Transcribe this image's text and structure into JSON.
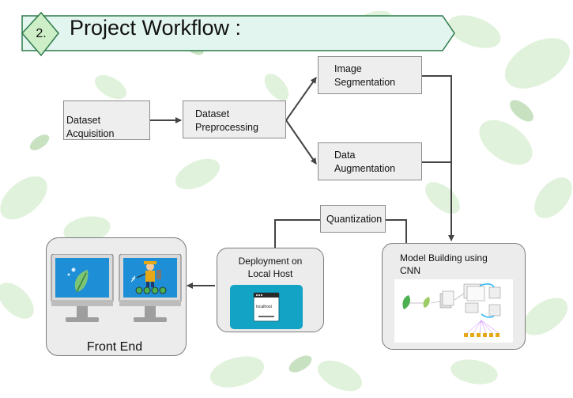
{
  "banner": {
    "number": "2.",
    "title": "Project Workflow :"
  },
  "nodes": {
    "dataset_acquisition": "Dataset Acquisition",
    "dataset_preprocessing": "Dataset\nPreprocessing",
    "image_segmentation": "Image\nSegmentation",
    "data_augmentation": "Data\nAugmentation",
    "quantization": "Quantization",
    "model_building": "Model Building using\nCNN",
    "deployment": "Deployment on\nLocal Host",
    "front_end": "Front End"
  },
  "localhost_text": "localhost",
  "colors": {
    "banner_fill": "#e3f5ef",
    "banner_border": "#2d7a4c",
    "diamond_fill": "#cdeec6",
    "box_fill": "#eeeeee",
    "arrow": "#444444",
    "monitor_screen": "#1e8fd6",
    "deploy_screen": "#13a3c4",
    "leaf": "#7cc576"
  },
  "icons": [
    "leaf-icon",
    "farmer-icon",
    "browser-window-icon",
    "cnn-architecture-diagram"
  ]
}
